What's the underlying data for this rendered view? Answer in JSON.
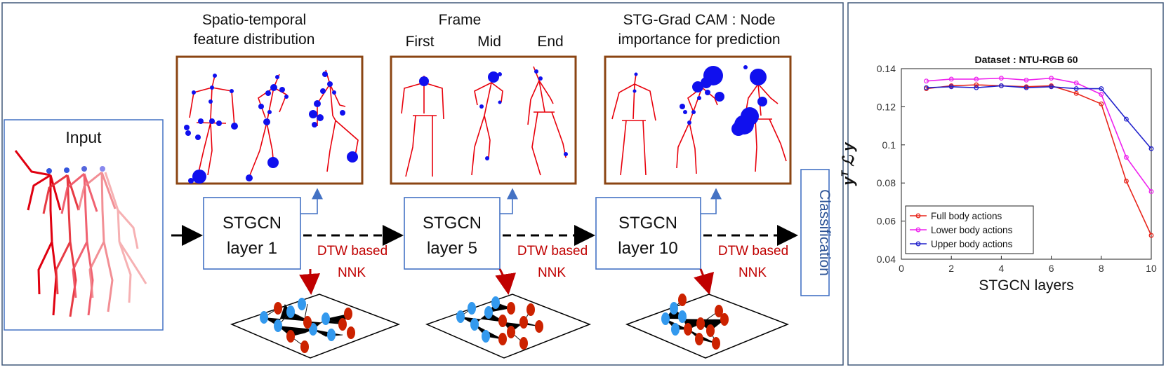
{
  "diagram": {
    "input_label": "Input",
    "panel_titles": {
      "spatio_line1": "Spatio-temporal",
      "spatio_line2": "feature distribution",
      "frame": "Frame",
      "frame_first": "First",
      "frame_mid": "Mid",
      "frame_end": "End",
      "cam_line1": "STG-Grad CAM : Node",
      "cam_line2": "importance for prediction"
    },
    "layers": [
      {
        "line1": "STGCN",
        "line2": "layer 1"
      },
      {
        "line1": "STGCN",
        "line2": "layer 5"
      },
      {
        "line1": "STGCN",
        "line2": "layer 10"
      }
    ],
    "dtw_line1": "DTW based",
    "dtw_line2": "NNK",
    "classification": "Classification",
    "colors": {
      "accent_blue": "#4472c4",
      "brown": "#8b4513",
      "dark_red": "#c00000",
      "skeleton_red": "#e8000b",
      "node_blue": "#1010ee",
      "graph_blue": "#3399ee",
      "graph_red": "#cc2200"
    }
  },
  "chart_data": {
    "type": "line",
    "title": "Dataset : NTU-RGB 60",
    "xlabel": "STGCN layers",
    "ylabel": "y^T L y",
    "xlim": [
      0,
      10
    ],
    "ylim": [
      0.04,
      0.14
    ],
    "x_ticks": [
      "0",
      "2",
      "4",
      "6",
      "8",
      "10"
    ],
    "y_ticks": [
      "0.04",
      "0.06",
      "0.08",
      "0.1",
      "0.12",
      "0.14"
    ],
    "grid": false,
    "legend_position": "bottom-left",
    "x": [
      1,
      2,
      3,
      4,
      5,
      6,
      7,
      8,
      9,
      10
    ],
    "series": [
      {
        "name": "Full body actions",
        "color": "#e8261c",
        "values": [
          0.1295,
          0.131,
          0.1315,
          0.131,
          0.1305,
          0.131,
          0.127,
          0.1215,
          0.081,
          0.0525
        ]
      },
      {
        "name": "Lower body actions",
        "color": "#ee22ee",
        "values": [
          0.1335,
          0.1345,
          0.1345,
          0.135,
          0.134,
          0.135,
          0.1325,
          0.1265,
          0.0935,
          0.0755
        ]
      },
      {
        "name": "Upper body actions",
        "color": "#2222cc",
        "values": [
          0.13,
          0.1305,
          0.13,
          0.131,
          0.13,
          0.1305,
          0.1295,
          0.1295,
          0.1135,
          0.098
        ]
      }
    ]
  }
}
